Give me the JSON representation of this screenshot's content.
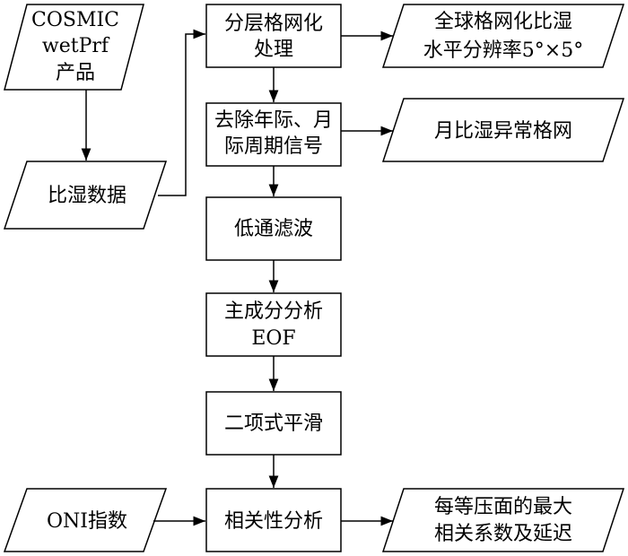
{
  "nodes": {
    "cosmic": {
      "line1": "COSMIC",
      "line2": "wetPrf",
      "line3": "产品"
    },
    "humidity_data": {
      "text": "比湿数据"
    },
    "oni": {
      "text": "ONI指数"
    },
    "layered": {
      "line1": "分层格网化",
      "line2": "处理"
    },
    "remove_cycles": {
      "line1": "去除年际、月",
      "line2": "际周期信号"
    },
    "lowpass": {
      "text": "低通滤波"
    },
    "pca": {
      "line1": "主成分分析",
      "line2": "EOF"
    },
    "binomial": {
      "text": "二项式平滑"
    },
    "correlation": {
      "text": "相关性分析"
    },
    "global_grid": {
      "line1": "全球格网化比湿",
      "line2": "水平分辨率5°×5°"
    },
    "monthly_anomaly": {
      "text": "月比湿异常格网"
    },
    "max_corr": {
      "line1": "每等压面的最大",
      "line2": "相关系数及延迟"
    }
  }
}
